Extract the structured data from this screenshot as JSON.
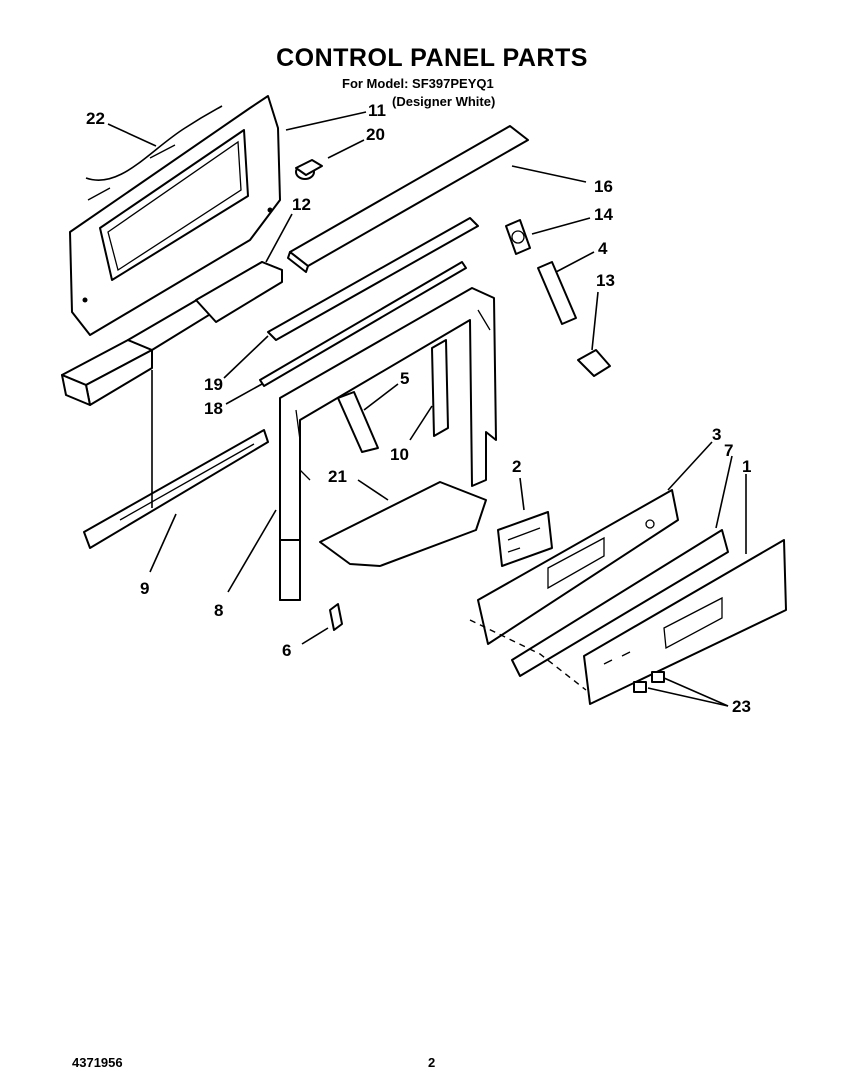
{
  "header": {
    "title": "CONTROL PANEL PARTS",
    "model_line": "For Model: SF397PEYQ1",
    "variant_line": "(Designer White)"
  },
  "callouts": {
    "c1": "1",
    "c2": "2",
    "c3": "3",
    "c4": "4",
    "c5": "5",
    "c6": "6",
    "c7": "7",
    "c8": "8",
    "c9": "9",
    "c10": "10",
    "c11": "11",
    "c12": "12",
    "c13": "13",
    "c14": "14",
    "c16": "16",
    "c18": "18",
    "c19": "19",
    "c20": "20",
    "c21": "21",
    "c22": "22",
    "c23": "23"
  },
  "footer": {
    "doc_number": "4371956",
    "page_number": "2"
  }
}
